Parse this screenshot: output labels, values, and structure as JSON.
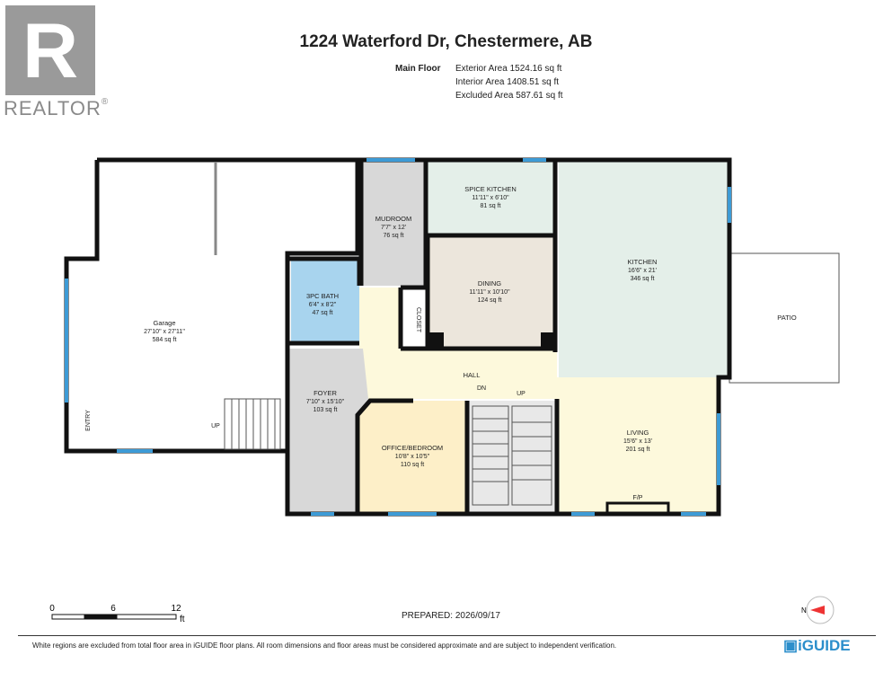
{
  "header": {
    "logo_text": "REALTOR",
    "logo_letter": "R",
    "title": "1224 Waterford Dr, Chestermere, AB",
    "floor_label": "Main Floor",
    "exterior_area": "Exterior Area 1524.16 sq ft",
    "interior_area": "Interior Area 1408.51 sq ft",
    "excluded_area": "Excluded Area 587.61 sq ft"
  },
  "rooms": {
    "garage": {
      "name": "Garage",
      "dims": "27'10\" x 27'11\"",
      "area": "584 sq ft"
    },
    "mudroom": {
      "name": "MUDROOM",
      "dims": "7'7\" x 12'",
      "area": "76 sq ft"
    },
    "spice_kitchen": {
      "name": "SPICE KITCHEN",
      "dims": "11'11\" x 6'10\"",
      "area": "81 sq ft"
    },
    "kitchen": {
      "name": "KITCHEN",
      "dims": "16'6\" x 21'",
      "area": "346 sq ft"
    },
    "bath": {
      "name": "3PC BATH",
      "dims": "6'4\" x 8'2\"",
      "area": "47 sq ft"
    },
    "dining": {
      "name": "DINING",
      "dims": "11'11\" x 10'10\"",
      "area": "124 sq ft"
    },
    "closet": {
      "name": "CLOSET"
    },
    "patio": {
      "name": "PATIO"
    },
    "hall": {
      "name": "HALL"
    },
    "foyer": {
      "name": "FOYER",
      "dims": "7'10\" x 15'10\"",
      "area": "103 sq ft"
    },
    "office": {
      "name": "OFFICE/BEDROOM",
      "dims": "10'8\" x 10'5\"",
      "area": "110 sq ft"
    },
    "living": {
      "name": "LIVING",
      "dims": "15'6\" x 13'",
      "area": "201 sq ft"
    }
  },
  "labels": {
    "entry": "ENTRY",
    "garage_up": "UP",
    "stair_dn": "DN",
    "stair_up": "UP",
    "fireplace": "F/P"
  },
  "scale": {
    "t0": "0",
    "t6": "6",
    "t12": "12",
    "unit": "ft"
  },
  "compass": {
    "letter": "N"
  },
  "footer": {
    "prepared": "PREPARED: 2026/09/17",
    "disclaimer": "White regions are excluded from total floor area in iGUIDE floor plans. All room dimensions and floor areas must be considered approximate and are subject to independent verification.",
    "brand": "iGUIDE"
  },
  "colors": {
    "wall": "#111111",
    "window": "#3d9bd6",
    "kitchen_fill": "#e4efe9",
    "dining_fill": "#ece6dc",
    "bath_fill": "#a8d4ee",
    "hall_fill": "#fdf9dc",
    "office_fill": "#fdefc8",
    "foyer_fill": "#d8d8d8",
    "brand": "#2b8ecb"
  }
}
